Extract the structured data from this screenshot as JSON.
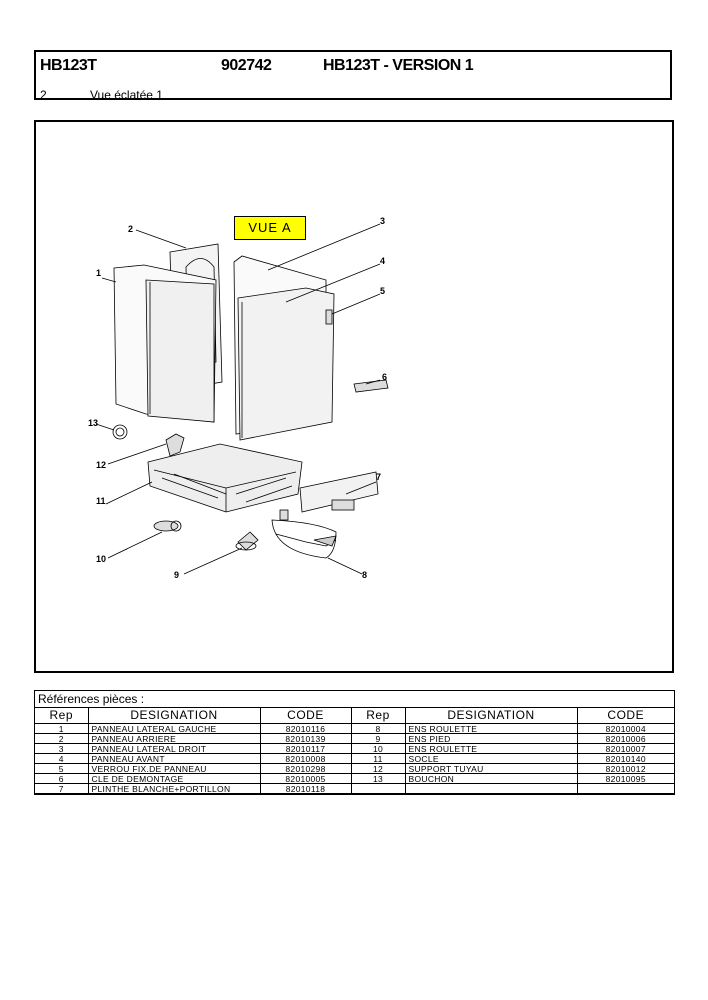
{
  "header": {
    "model": "HB123T",
    "code": "902742",
    "version": "HB123T - VERSION 1",
    "page_number": "2",
    "view_title": "Vue éclatée 1"
  },
  "drawing": {
    "vue_label": "VUE A",
    "callouts": [
      "1",
      "2",
      "3",
      "4",
      "5",
      "6",
      "7",
      "8",
      "9",
      "10",
      "11",
      "12",
      "13"
    ]
  },
  "parts": {
    "title": "Références pièces  :",
    "columns": [
      "Rep",
      "DESIGNATION",
      "CODE",
      "Rep",
      "DESIGNATION",
      "CODE"
    ],
    "rows": [
      [
        "1",
        "PANNEAU LATERAL GAUCHE",
        "82010116",
        "8",
        "ENS ROULETTE",
        "82010004"
      ],
      [
        "2",
        "PANNEAU ARRIERE",
        "82010139",
        "9",
        "ENS PIED",
        "82010006"
      ],
      [
        "3",
        "PANNEAU LATERAL DROIT",
        "82010117",
        "10",
        "ENS ROULETTE",
        "82010007"
      ],
      [
        "4",
        "PANNEAU AVANT",
        "82010008",
        "11",
        "SOCLE",
        "82010140"
      ],
      [
        "5",
        "VERROU FIX.DE PANNEAU",
        "82010298",
        "12",
        "SUPPORT TUYAU",
        "82010012"
      ],
      [
        "6",
        "CLE DE DEMONTAGE",
        "82010005",
        "13",
        "BOUCHON",
        "82010095"
      ],
      [
        "7",
        "PLINTHE BLANCHE+PORTILLON",
        "82010118",
        "",
        "",
        ""
      ]
    ]
  }
}
